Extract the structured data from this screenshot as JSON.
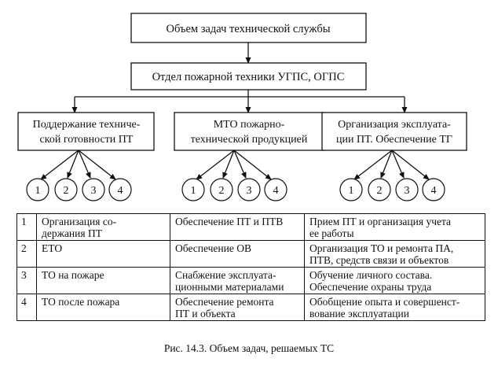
{
  "top_box": "Объем задач технической службы",
  "second_box": "Отдел пожарной техники УГПС, ОГПС",
  "branches": [
    {
      "lines": [
        "Поддержание техниче-",
        "ской готовности ПТ"
      ]
    },
    {
      "lines": [
        "МТО пожарно-",
        "технической продукцией"
      ]
    },
    {
      "lines": [
        "Организация эксплуата-",
        "ции ПТ. Обеспечение ТГ"
      ]
    }
  ],
  "circle_labels": [
    "1",
    "2",
    "3",
    "4"
  ],
  "table": {
    "rows": [
      {
        "num": "1",
        "c1": [
          "Организация со-",
          "держания ПТ"
        ],
        "c2": [
          "Обеспечение ПТ и ПТВ"
        ],
        "c3": [
          "Прием ПТ и организация учета",
          "ее работы"
        ]
      },
      {
        "num": "2",
        "c1": [
          "ЕТО"
        ],
        "c2": [
          "Обеспечение ОВ"
        ],
        "c3": [
          "Организация ТО и ремонта ПА,",
          "ПТВ, средств связи и объектов"
        ]
      },
      {
        "num": "3",
        "c1": [
          "ТО на пожаре"
        ],
        "c2": [
          "Снабжение эксплуата-",
          "ционными материалами"
        ],
        "c3": [
          "Обучение личного состава.",
          "Обеспечение охраны труда"
        ]
      },
      {
        "num": "4",
        "c1": [
          "ТО после пожара"
        ],
        "c2": [
          "Обеспечение ремонта",
          "ПТ и объекта"
        ],
        "c3": [
          "Обобщение опыта и совершенст-",
          "вование эксплуатации"
        ]
      }
    ]
  },
  "caption": "Рис. 14.3. Объем задач, решаемых ТС"
}
